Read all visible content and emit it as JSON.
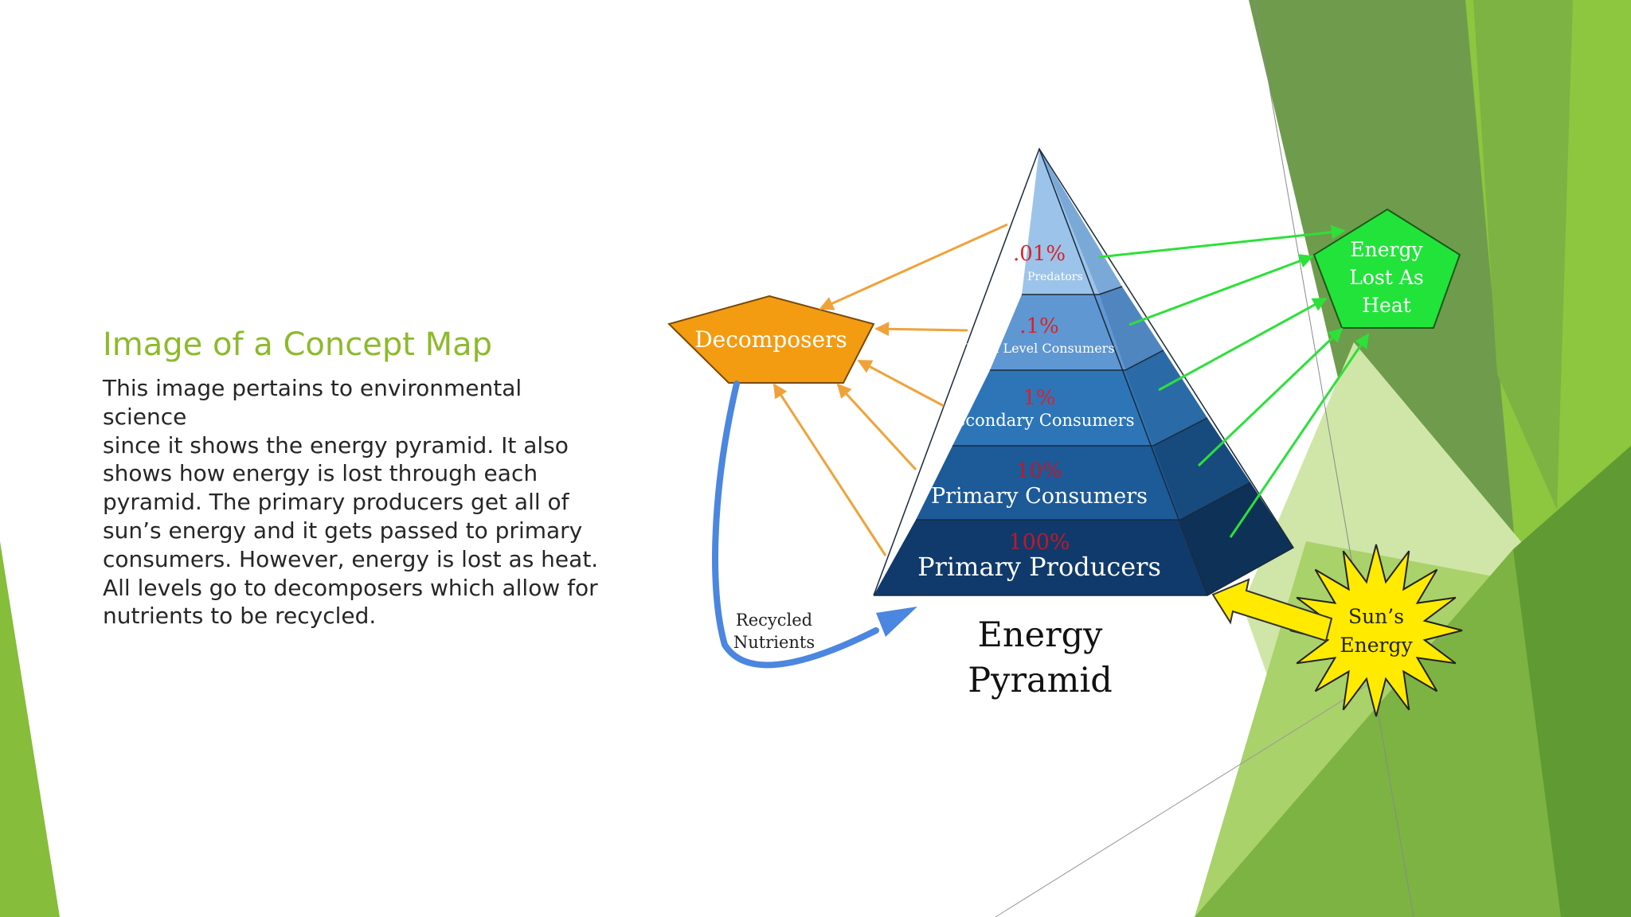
{
  "slide": {
    "title": "Image of a Concept Map",
    "body_lines": [
      "This image pertains to environmental science",
      "since it shows the energy pyramid. It also",
      "shows how energy is lost through each",
      "pyramid. The primary producers get all of",
      "sun’s energy and it gets passed to primary",
      "consumers. However, energy is lost as heat.",
      "All levels go to decomposers which allow for",
      "nutrients to be recycled."
    ]
  },
  "diagram": {
    "levels": [
      {
        "percent": ".01%",
        "name": "Apex Predators"
      },
      {
        "percent": ".1%",
        "name": "Third Level Consumers"
      },
      {
        "percent": "1%",
        "name": "Secondary Consumers"
      },
      {
        "percent": "10%",
        "name": "Primary Consumers"
      },
      {
        "percent": "100%",
        "name": "Primary Producers"
      }
    ],
    "decomposers_label": "Decomposers",
    "heat_label_lines": [
      "Energy",
      "Lost As",
      "Heat"
    ],
    "sun_label_lines": [
      "Sun’s",
      "Energy"
    ],
    "recycled_label_lines": [
      "Recycled",
      "Nutrients"
    ],
    "caption_lines": [
      "Energy",
      "Pyramid"
    ]
  },
  "colors": {
    "accent_green": "#8dba2c",
    "decomposers_orange": "#f39c12",
    "heat_green": "#22e33a",
    "sun_yellow": "#ffea00",
    "recycle_blue": "#4b86e0",
    "percent_red": "#d8222a"
  }
}
